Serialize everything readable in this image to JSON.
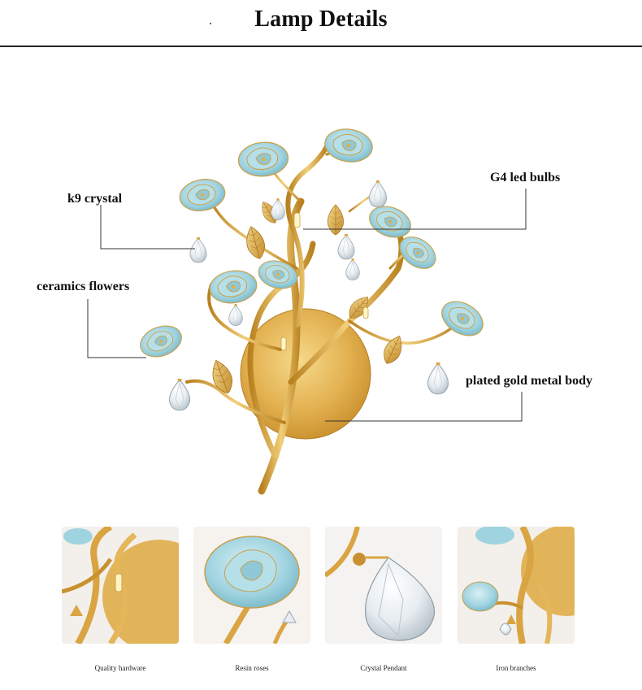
{
  "header": {
    "title": "Lamp Details"
  },
  "callouts": {
    "k9_crystal": "k9 crystal",
    "g4_led_bulbs": "G4 led bulbs",
    "ceramics_flowers": "ceramics flowers",
    "plated_gold_metal_body": "plated gold metal body"
  },
  "thumbnails": [
    {
      "caption": "Quality hardware"
    },
    {
      "caption": "Resin roses"
    },
    {
      "caption": "Crystal Pendant"
    },
    {
      "caption": "Iron branches"
    }
  ],
  "colors": {
    "gold": "#d9a441",
    "gold_dark": "#b07a1e",
    "rose_blue": "#9fd3df",
    "rose_edge": "#c9a04a",
    "crystal": "#e8eef2",
    "leader_line": "#333333"
  }
}
